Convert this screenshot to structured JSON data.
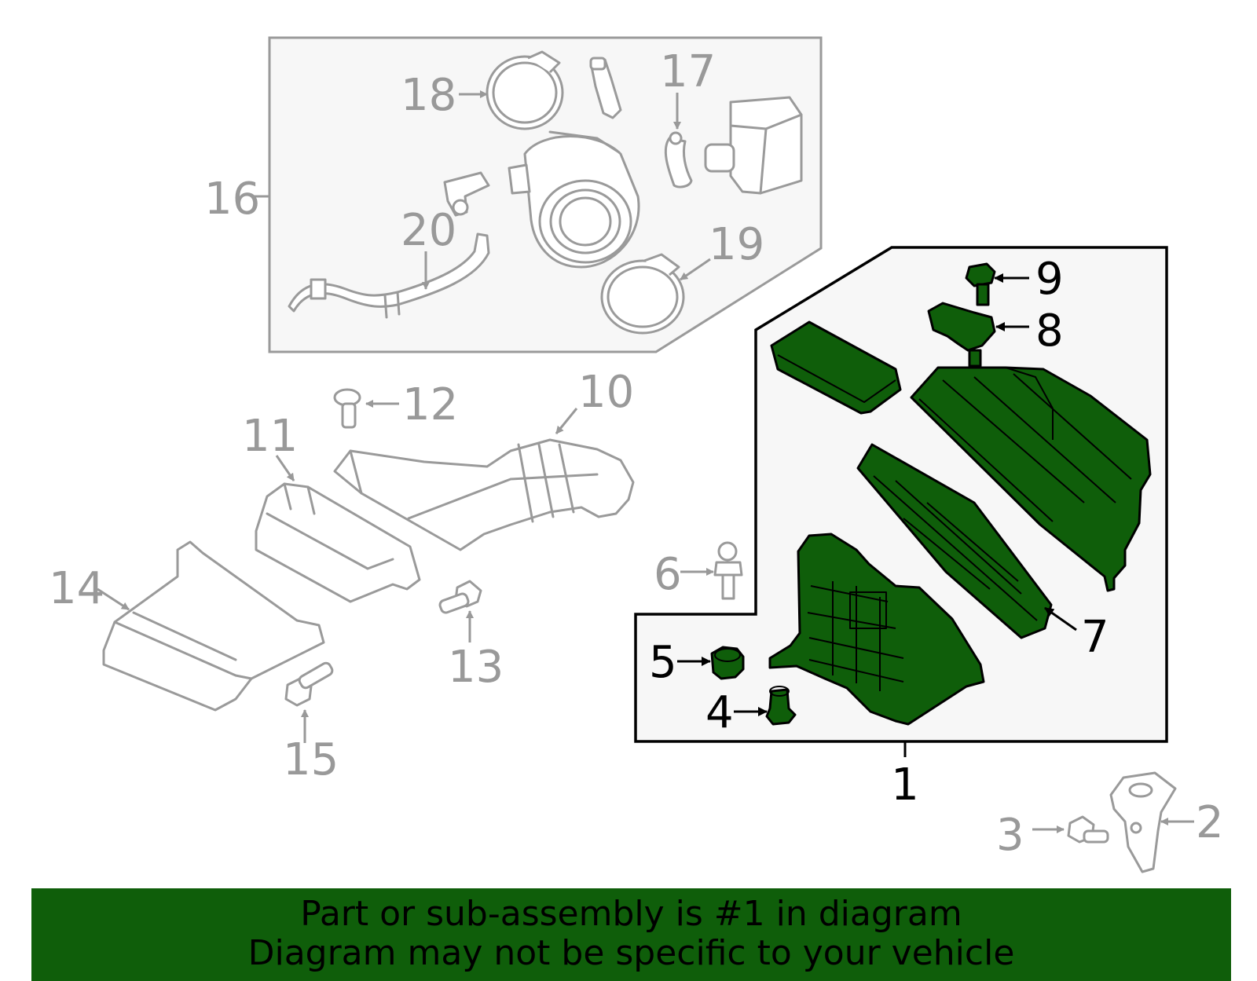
{
  "callouts": {
    "c1": "1",
    "c2": "2",
    "c3": "3",
    "c4": "4",
    "c5": "5",
    "c6": "6",
    "c7": "7",
    "c8": "8",
    "c9": "9",
    "c10": "10",
    "c11": "11",
    "c12": "12",
    "c13": "13",
    "c14": "14",
    "c15": "15",
    "c16": "16",
    "c17": "17",
    "c18": "18",
    "c19": "19",
    "c20": "20"
  },
  "banner": {
    "line1": "Part or sub-assembly is #1 in diagram",
    "line2": "Diagram may not be specific to your vehicle"
  },
  "colors": {
    "highlight": "#0f5e0a",
    "gray_parts": "#9a9a9a",
    "panel_fill": "#f7f7f7"
  }
}
